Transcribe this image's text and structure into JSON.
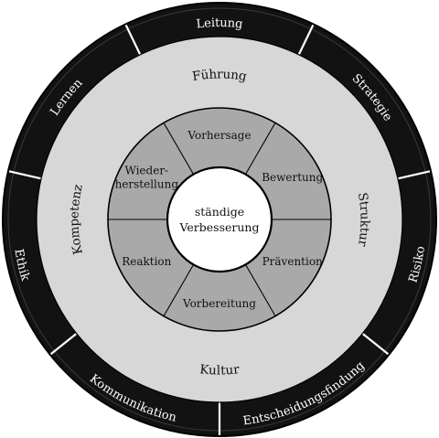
{
  "colors": {
    "outer_ring": "#121212",
    "outer_border": "#000000",
    "middle_ring": "#d7d7d7",
    "inner_ring": "#a9a9a9",
    "center": "#ffffff",
    "separator": "#ffffff",
    "inner_separator": "#000000"
  },
  "outer_ring": {
    "segments": [
      {
        "id": "leitung",
        "label": "Leitung"
      },
      {
        "id": "strategie",
        "label": "Strategie"
      },
      {
        "id": "risiko",
        "label": "Risiko"
      },
      {
        "id": "entscheidungsfindung",
        "label": "Entscheidungsfindung"
      },
      {
        "id": "kommunikation",
        "label": "Kommunikation"
      },
      {
        "id": "ethik",
        "label": "Ethik"
      },
      {
        "id": "lernen",
        "label": "Lernen"
      }
    ]
  },
  "middle_ring": {
    "labels": [
      {
        "id": "fuehrung",
        "label": "Führung"
      },
      {
        "id": "struktur",
        "label": "Struktur"
      },
      {
        "id": "kultur",
        "label": "Kultur"
      },
      {
        "id": "kompetenz",
        "label": "Kompetenz"
      }
    ]
  },
  "inner_ring": {
    "segments": [
      {
        "id": "vorhersage",
        "lines": [
          "Vorhersage"
        ]
      },
      {
        "id": "bewertung",
        "lines": [
          "Bewertung"
        ]
      },
      {
        "id": "praevention",
        "lines": [
          "Prävention"
        ]
      },
      {
        "id": "vorbereitung",
        "lines": [
          "Vorbereitung"
        ]
      },
      {
        "id": "reaktion",
        "lines": [
          "Reaktion"
        ]
      },
      {
        "id": "wiederherstellung",
        "lines": [
          "Wieder-",
          "herstellung"
        ]
      }
    ]
  },
  "center": {
    "lines": [
      "ständige",
      "Verbesserung"
    ]
  }
}
